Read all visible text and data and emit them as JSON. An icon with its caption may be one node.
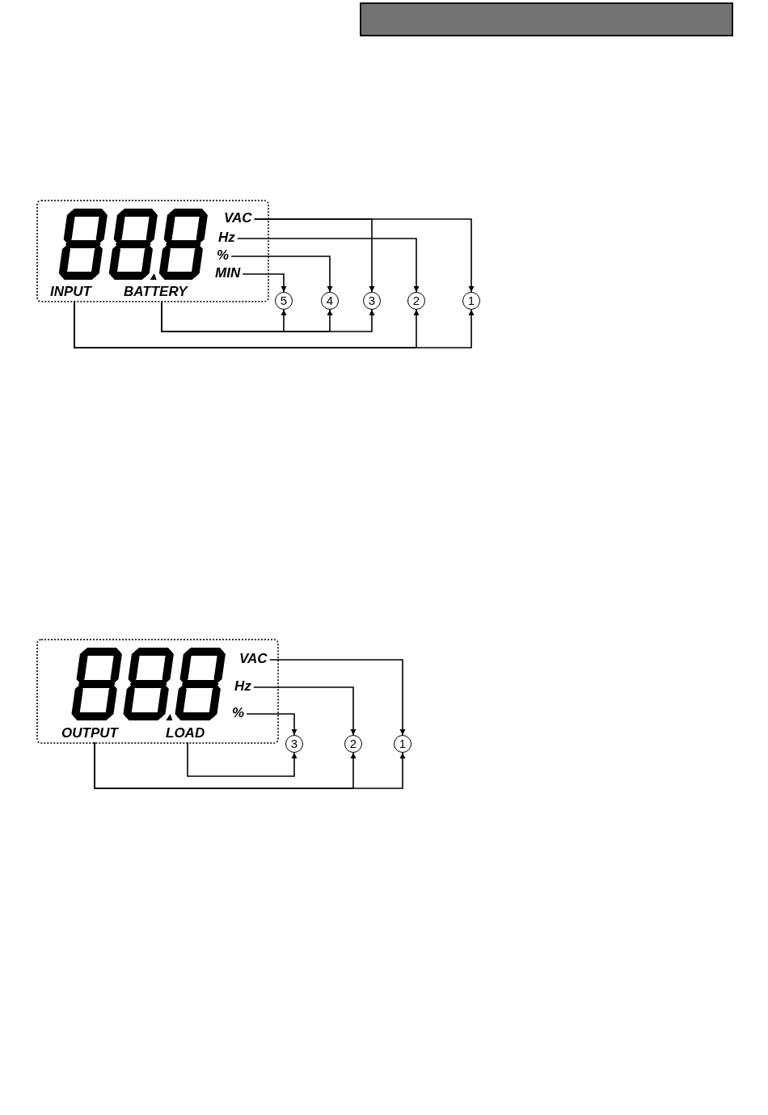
{
  "diagram": {
    "nodes": [
      {
        "text": [],
        "shape": "box"
      },
      {
        "text": [
          "VAC"
        ],
        "in": 0
      },
      {
        "text": [
          "Hz"
        ],
        "in": 0
      },
      {
        "text": [
          "%"
        ],
        "in": 0
      },
      {
        "text": [
          "MIN"
        ],
        "in": 0
      },
      {
        "text": [
          "INPUT"
        ],
        "in": 0
      },
      {
        "text": [
          "BATTERY"
        ],
        "in": 0
      },
      {
        "text": [
          "5"
        ]
      },
      {
        "text": [
          "4"
        ]
      },
      {
        "text": [
          "3"
        ]
      },
      {
        "text": [
          "2"
        ]
      },
      {
        "text": [
          "1"
        ]
      },
      {
        "text": [],
        "shape": "box"
      },
      {
        "text": [
          "VAC"
        ],
        "in": 12
      },
      {
        "text": [
          "Hz"
        ],
        "in": 12
      },
      {
        "text": [
          "%"
        ],
        "in": 12
      },
      {
        "text": [
          "OUTPUT"
        ],
        "in": 12
      },
      {
        "text": [
          "LOAD"
        ],
        "in": 12
      },
      {
        "text": [
          "3"
        ]
      },
      {
        "text": [
          "2"
        ]
      },
      {
        "text": [
          "1"
        ]
      }
    ],
    "edges": [
      {
        "from": 1,
        "to": 9,
        "arrow": "to"
      },
      {
        "from": 1,
        "to": 11,
        "arrow": "to"
      },
      {
        "from": 2,
        "to": 10,
        "arrow": "to"
      },
      {
        "from": 3,
        "to": 8,
        "arrow": "to"
      },
      {
        "from": 4,
        "to": 7,
        "arrow": "to"
      },
      {
        "from": 6,
        "to": 7,
        "arrow": "to"
      },
      {
        "from": 6,
        "to": 8,
        "arrow": "to"
      },
      {
        "from": 6,
        "to": 9,
        "arrow": "to"
      },
      {
        "from": 5,
        "to": 10,
        "arrow": "to"
      },
      {
        "from": 5,
        "to": 11,
        "arrow": "to"
      },
      {
        "from": 13,
        "to": 20,
        "arrow": "to"
      },
      {
        "from": 14,
        "to": 19,
        "arrow": "to"
      },
      {
        "from": 15,
        "to": 18,
        "arrow": "to"
      },
      {
        "from": 17,
        "to": 18,
        "arrow": "to"
      },
      {
        "from": 16,
        "to": 19,
        "arrow": "to"
      },
      {
        "from": 16,
        "to": 20,
        "arrow": "to"
      }
    ]
  }
}
